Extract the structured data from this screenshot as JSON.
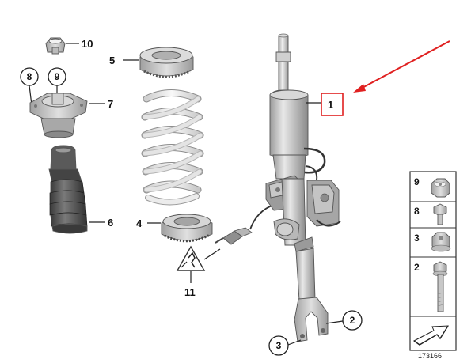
{
  "callouts": {
    "c1": "1",
    "c2": "2",
    "c3": "3",
    "c4": "4",
    "c5": "5",
    "c6": "6",
    "c7": "7",
    "c8": "8",
    "c9": "9",
    "c10": "10",
    "c11": "11"
  },
  "side_panel": {
    "items": [
      "9",
      "8",
      "3",
      "2"
    ]
  },
  "reference_number": "173166",
  "colors": {
    "highlight_box": "#e02020",
    "arrow": "#e02020",
    "part_light": "#e6e6e6",
    "part_mid": "#bdbdbd",
    "part_dark": "#555555"
  }
}
